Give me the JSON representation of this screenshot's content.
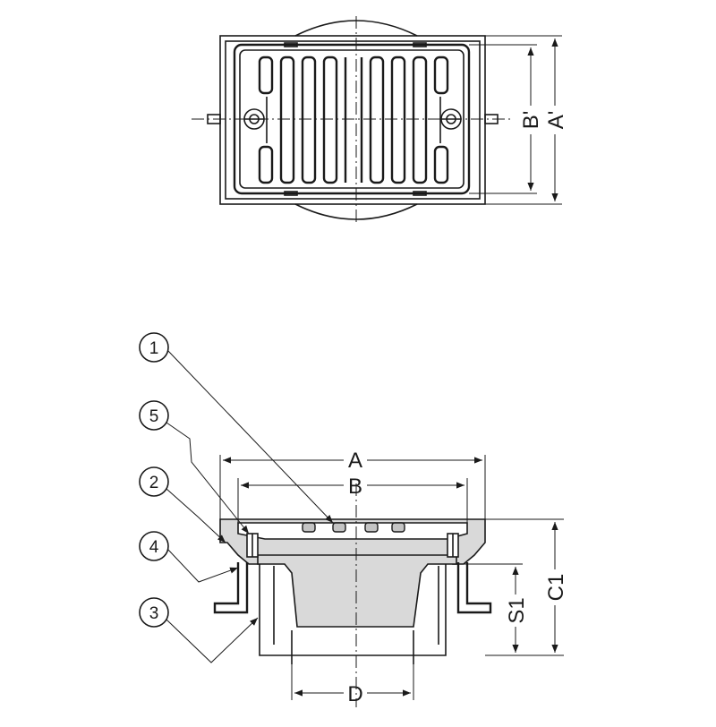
{
  "top_view": {
    "dim_b_prime": "B'",
    "dim_a_prime": "A'"
  },
  "section_view": {
    "dim_a": "A",
    "dim_b": "B",
    "dim_c1": "C1",
    "dim_s1": "S1",
    "dim_d": "D"
  },
  "callouts": [
    {
      "num": "1"
    },
    {
      "num": "5"
    },
    {
      "num": "2"
    },
    {
      "num": "4"
    },
    {
      "num": "3"
    }
  ]
}
